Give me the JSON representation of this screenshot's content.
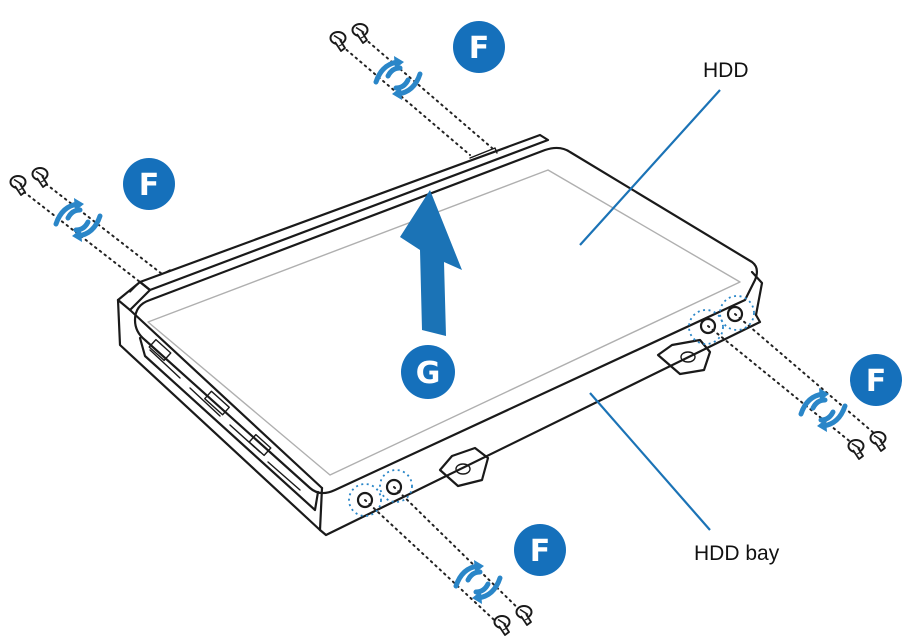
{
  "labels": {
    "hdd": "HDD",
    "hdd_bay": "HDD bay"
  },
  "badges": {
    "f": "F",
    "g": "G"
  },
  "colors": {
    "accent": "#1b73b6",
    "badge": "#1570bb",
    "line": "#1a1a1a"
  },
  "icons": {
    "screw": "screw-icon",
    "rotate": "rotate-arrows-icon",
    "lift": "lift-arrow-icon"
  }
}
